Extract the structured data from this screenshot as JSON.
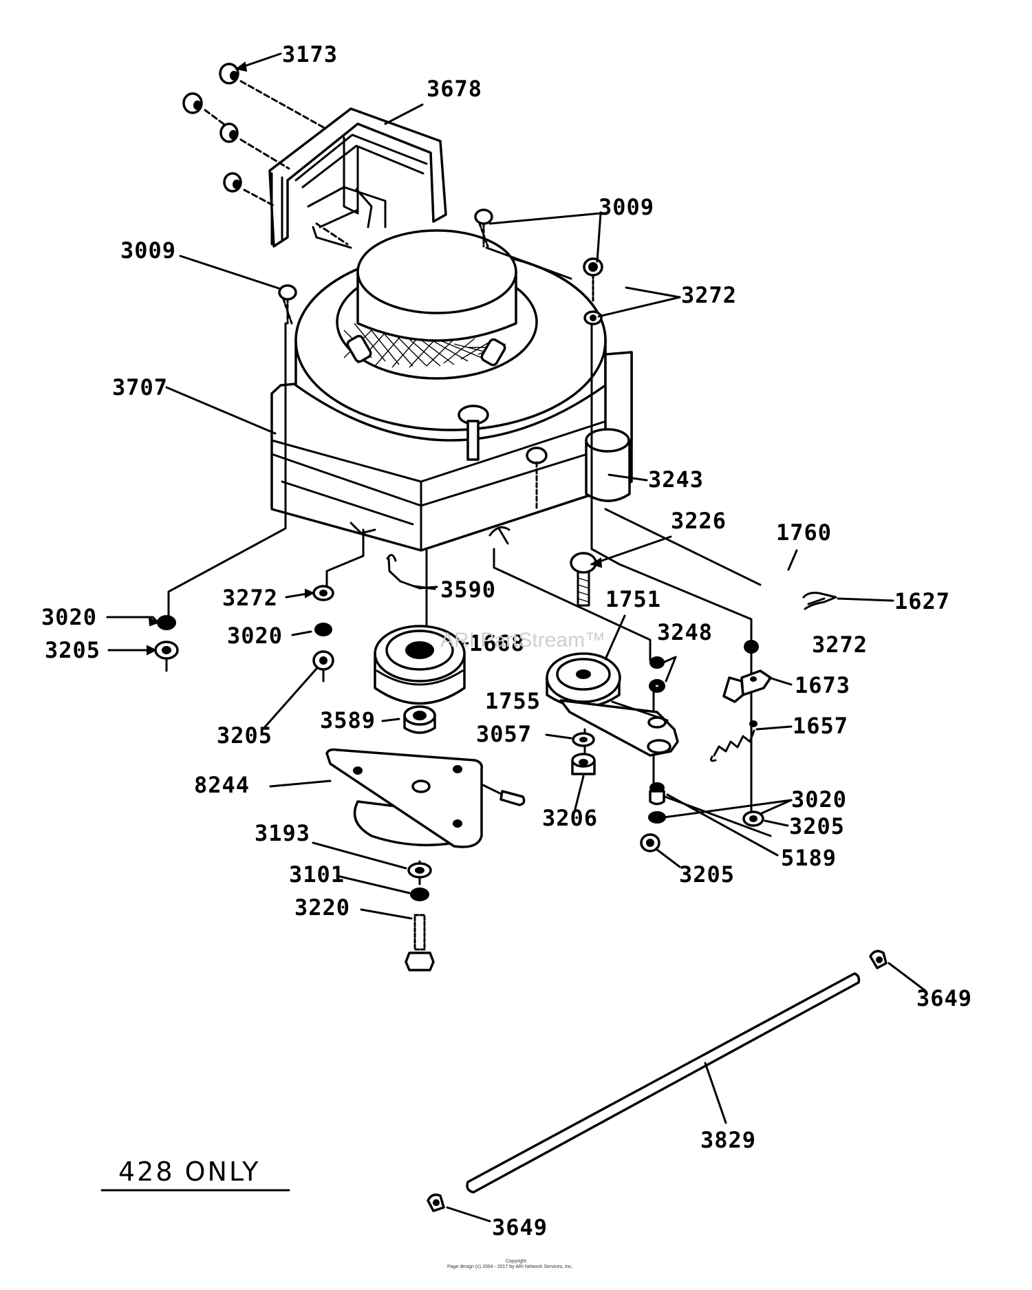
{
  "callouts": [
    {
      "id": "c3173a",
      "text": "3173"
    },
    {
      "id": "c3678",
      "text": "3678"
    },
    {
      "id": "c3009a",
      "text": "3009"
    },
    {
      "id": "c3009b",
      "text": "3009"
    },
    {
      "id": "c3272a",
      "text": "3272"
    },
    {
      "id": "c3707",
      "text": "3707"
    },
    {
      "id": "c3243",
      "text": "3243"
    },
    {
      "id": "c3226",
      "text": "3226"
    },
    {
      "id": "c1760",
      "text": "1760"
    },
    {
      "id": "c1627",
      "text": "1627"
    },
    {
      "id": "c3272b",
      "text": "3272"
    },
    {
      "id": "c3590",
      "text": "3590"
    },
    {
      "id": "c3020a",
      "text": "3020"
    },
    {
      "id": "c3205a",
      "text": "3205"
    },
    {
      "id": "c3272c",
      "text": "3272"
    },
    {
      "id": "c3020b",
      "text": "3020"
    },
    {
      "id": "c1668",
      "text": "1668"
    },
    {
      "id": "c1751",
      "text": "1751"
    },
    {
      "id": "c3248",
      "text": "3248"
    },
    {
      "id": "c1673",
      "text": "1673"
    },
    {
      "id": "c1755",
      "text": "1755"
    },
    {
      "id": "c3589",
      "text": "3589"
    },
    {
      "id": "c3205b",
      "text": "3205"
    },
    {
      "id": "c3057",
      "text": "3057"
    },
    {
      "id": "c1657",
      "text": "1657"
    },
    {
      "id": "c8244",
      "text": "8244"
    },
    {
      "id": "c3020c",
      "text": "3020"
    },
    {
      "id": "c3205c",
      "text": "3205"
    },
    {
      "id": "c3206",
      "text": "3206"
    },
    {
      "id": "c3193",
      "text": "3193"
    },
    {
      "id": "c5189",
      "text": "5189"
    },
    {
      "id": "c3101",
      "text": "3101"
    },
    {
      "id": "c3205d",
      "text": "3205"
    },
    {
      "id": "c3220",
      "text": "3220"
    },
    {
      "id": "c3649a",
      "text": "3649"
    },
    {
      "id": "c3829",
      "text": "3829"
    },
    {
      "id": "c3649b",
      "text": "3649"
    }
  ],
  "note": "428 ONLY",
  "watermark": "ARI PartStream™",
  "footer": {
    "line1": "Copyright",
    "line2": "Page design (c) 2004 - 2017 by ARI Network Services, Inc."
  }
}
